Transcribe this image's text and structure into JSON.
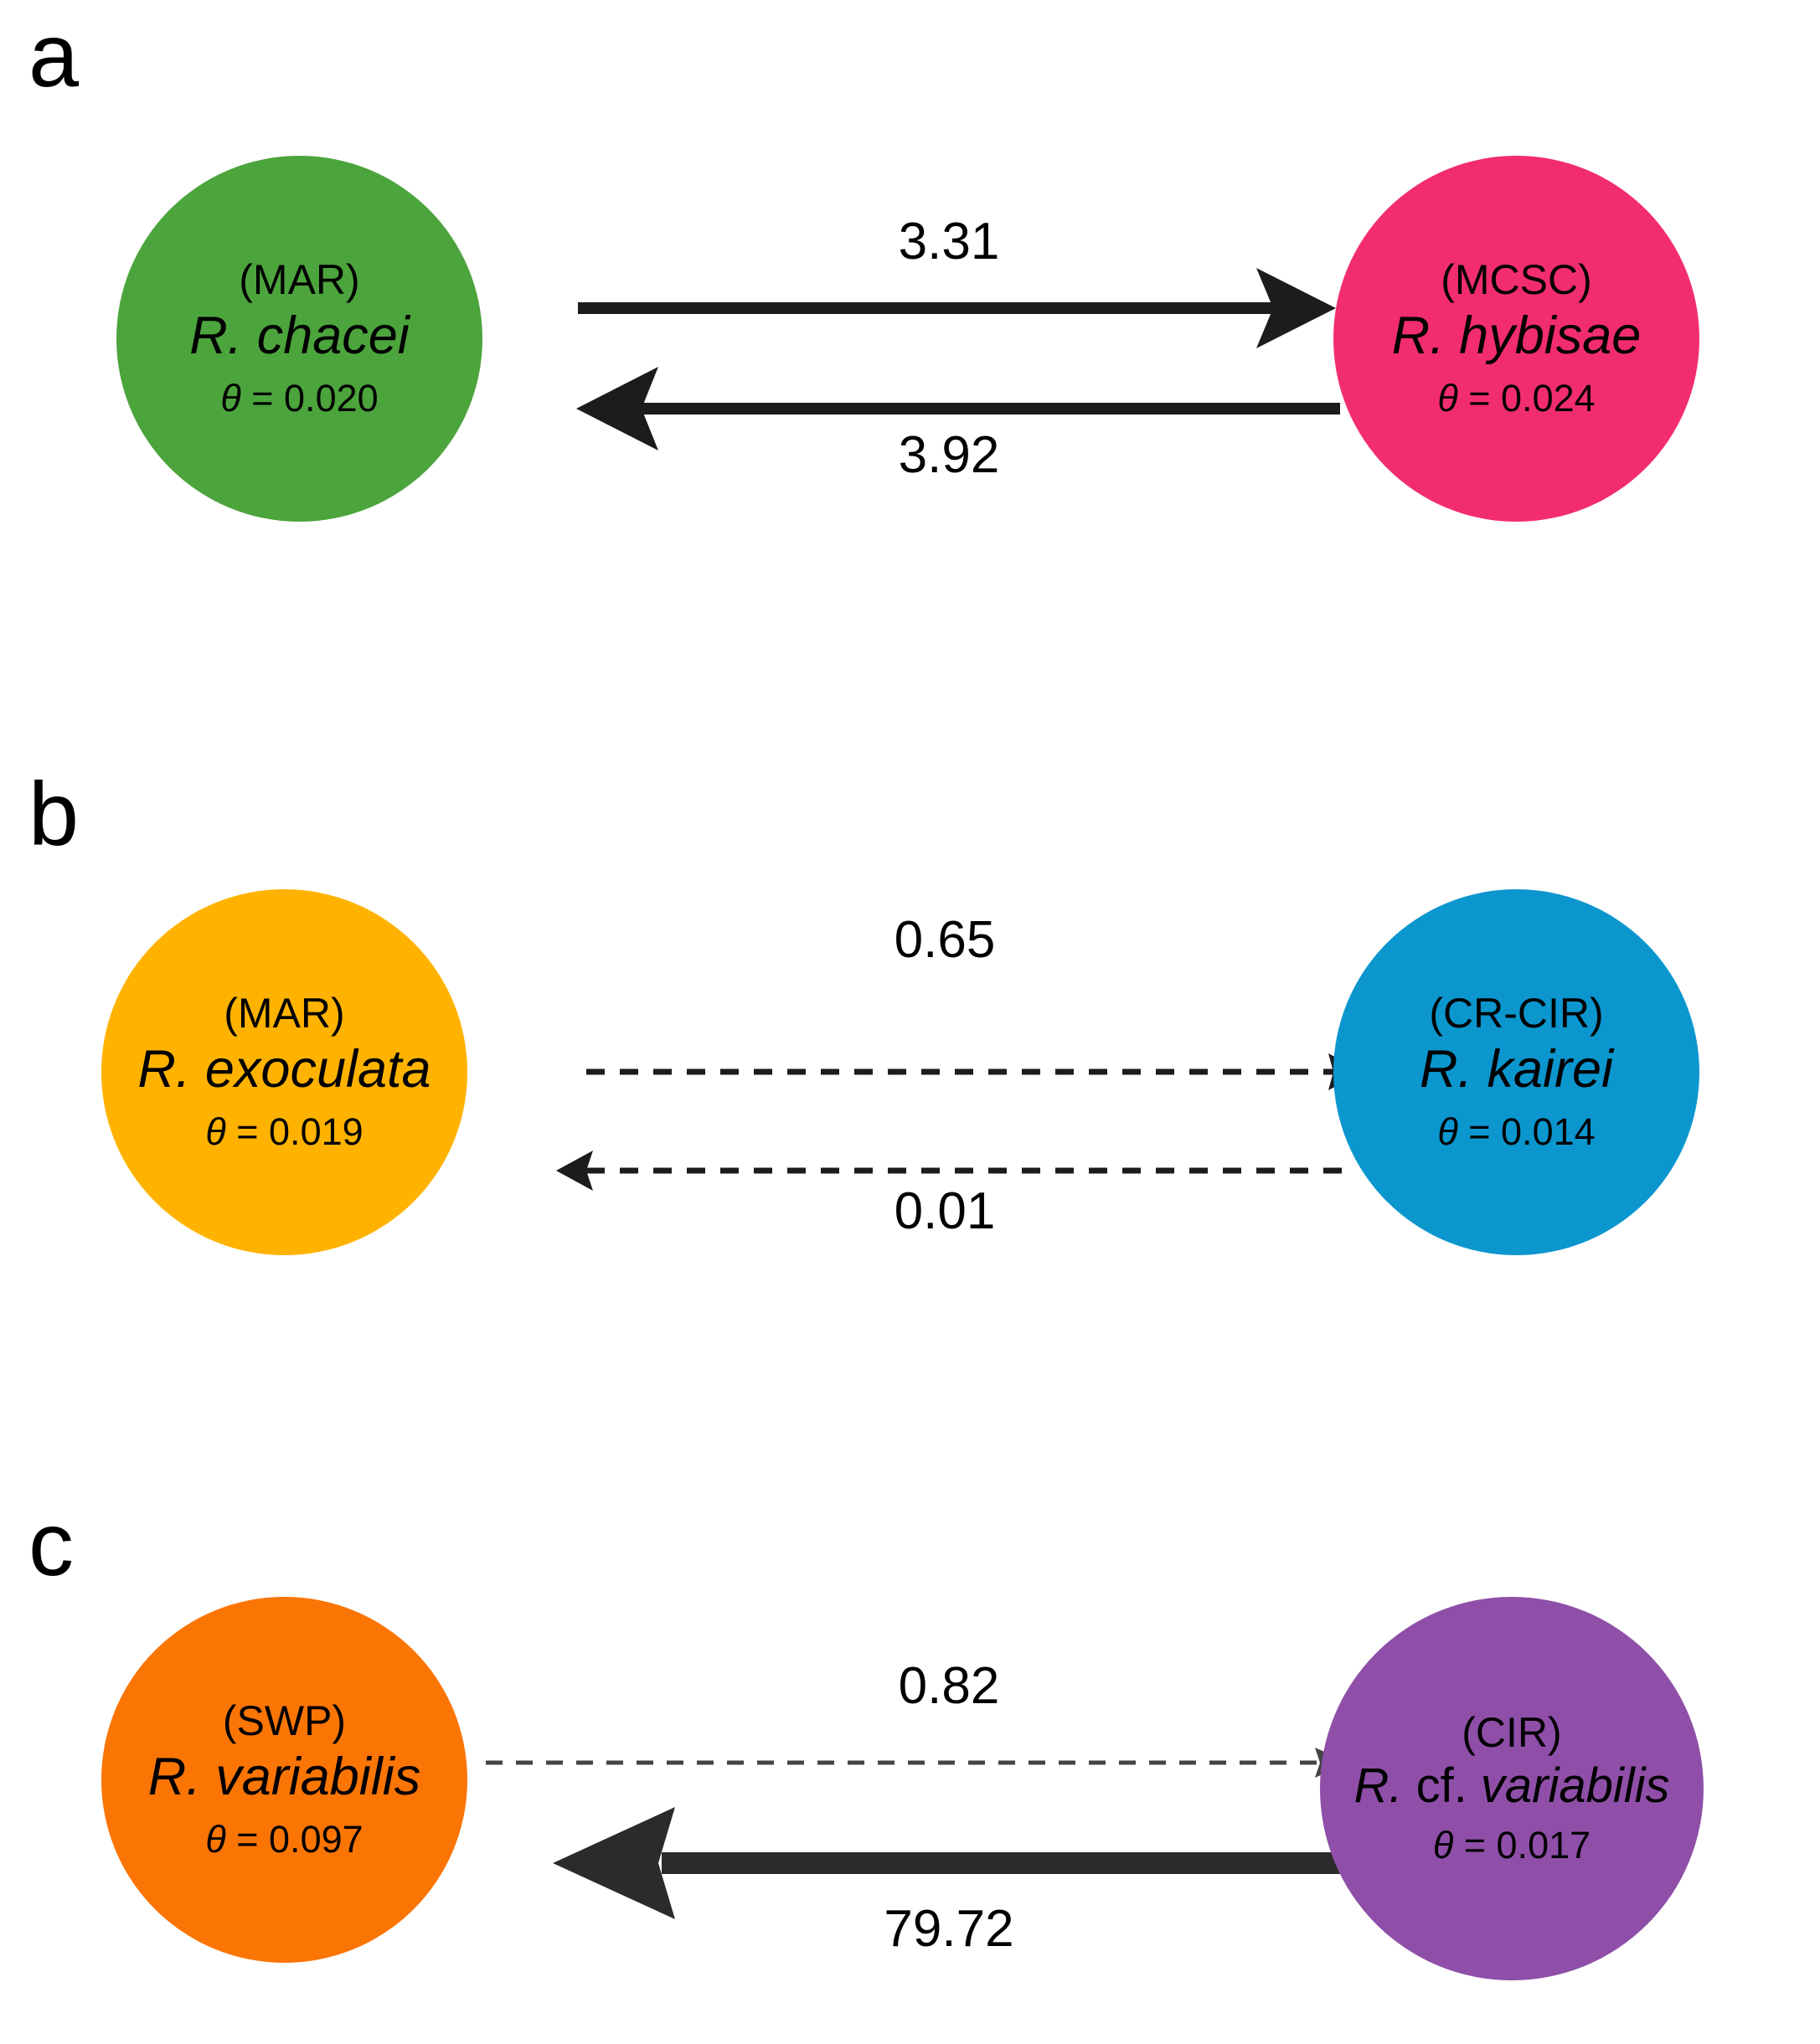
{
  "figure": {
    "background": "#ffffff",
    "panels": [
      {
        "letter": "a",
        "left_node": {
          "region": "(MAR)",
          "species": "R. chacei",
          "theta_symbol": "θ",
          "theta_text": " = 0.020",
          "theta_value": 0.02,
          "color": "#4CA43C"
        },
        "right_node": {
          "region": "(MCSC)",
          "species": "R. hybisae",
          "theta_symbol": "θ",
          "theta_text": " = 0.024",
          "theta_value": 0.024,
          "color": "#F22D6F"
        },
        "edges": [
          {
            "direction": "left-to-right",
            "label": "3.31",
            "value": 3.31,
            "style": "solid",
            "stroke_width": 14,
            "color": "#1c1c1c"
          },
          {
            "direction": "right-to-left",
            "label": "3.92",
            "value": 3.92,
            "style": "solid",
            "stroke_width": 14,
            "color": "#1c1c1c"
          }
        ]
      },
      {
        "letter": "b",
        "left_node": {
          "region": "(MAR)",
          "species": "R. exoculata",
          "theta_symbol": "θ",
          "theta_text": " = 0.019",
          "theta_value": 0.019,
          "color": "#FFB300"
        },
        "right_node": {
          "region": "(CR-CIR)",
          "species": "R. kairei",
          "theta_symbol": "θ",
          "theta_text": " = 0.014",
          "theta_value": 0.014,
          "color": "#0B96CE"
        },
        "edges": [
          {
            "direction": "left-to-right",
            "label": "0.65",
            "value": 0.65,
            "style": "dashed",
            "stroke_width": 7,
            "color": "#1c1c1c"
          },
          {
            "direction": "right-to-left",
            "label": "0.01",
            "value": 0.01,
            "style": "dashed",
            "stroke_width": 7,
            "color": "#1c1c1c"
          }
        ]
      },
      {
        "letter": "c",
        "left_node": {
          "region": "(SWP)",
          "species": "R. variabilis",
          "theta_symbol": "θ",
          "theta_text": " = 0.097",
          "theta_value": 0.097,
          "color": "#FB7505"
        },
        "right_node": {
          "region": "(CIR)",
          "species_prefix": "R.",
          "species_qualifier": "cf.",
          "species_epithet": "variabilis",
          "species": "R. cf. variabilis",
          "theta_symbol": "θ",
          "theta_text": " = 0.017",
          "theta_value": 0.017,
          "color": "#8F4FA8"
        },
        "edges": [
          {
            "direction": "left-to-right",
            "label": "0.82",
            "value": 0.82,
            "style": "dashed",
            "stroke_width": 5,
            "color": "#444444"
          },
          {
            "direction": "right-to-left",
            "label": "79.72",
            "value": 79.72,
            "style": "solid",
            "stroke_width": 26,
            "color": "#2b2b2b"
          }
        ]
      }
    ]
  }
}
